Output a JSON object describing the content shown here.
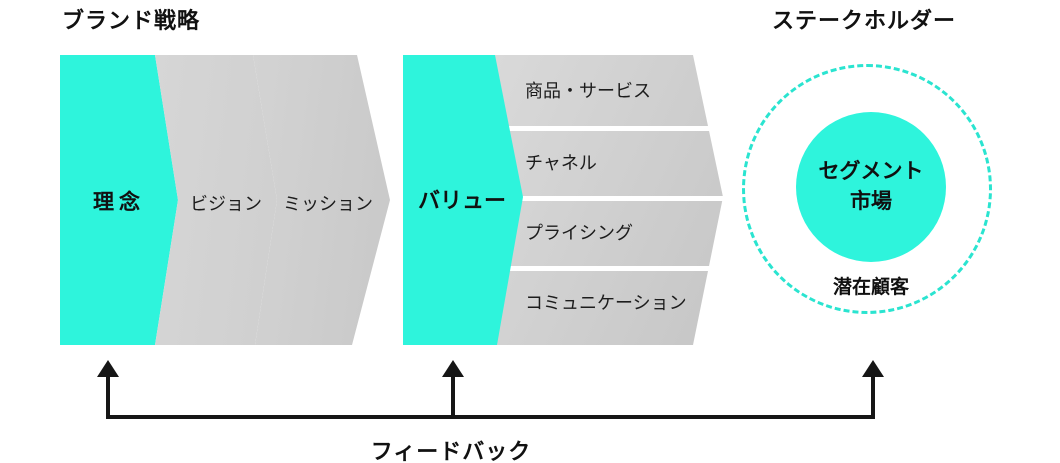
{
  "colors": {
    "teal": "#2ef4dc",
    "teal_dash": "#2ae4d0",
    "gray_light": "#dedede",
    "gray_dark": "#c7c7c7",
    "text": "#111111",
    "separator": "#ffffff",
    "arrow": "#161616"
  },
  "header": {
    "brand_strategy_label": "ブランド戦略",
    "stakeholder_label": "ステークホルダー"
  },
  "philosophy_chevrons": {
    "items": [
      {
        "label": "理念",
        "highlighted": true
      },
      {
        "label": "ビジョン",
        "highlighted": false
      },
      {
        "label": "ミッション",
        "highlighted": false
      }
    ]
  },
  "value_block": {
    "label": "バリュー",
    "rows": [
      "商品・サービス",
      "チャネル",
      "プライシング",
      "コミュニケーション"
    ]
  },
  "stakeholder": {
    "segment_market_line1": "セグメント",
    "segment_market_line2": "市場",
    "potential_customers": "潜在顧客"
  },
  "feedback": {
    "label": "フィードバック"
  }
}
